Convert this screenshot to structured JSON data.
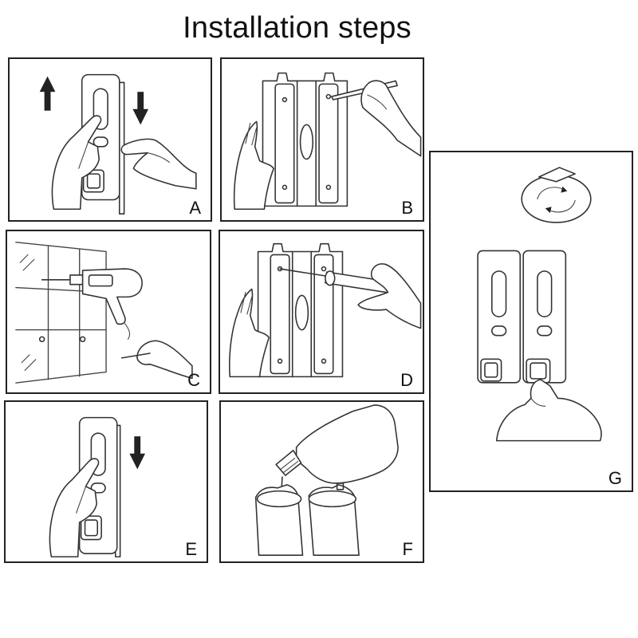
{
  "title": "Installation steps",
  "panels": {
    "a": {
      "label": "A"
    },
    "b": {
      "label": "B"
    },
    "c": {
      "label": "C"
    },
    "d": {
      "label": "D"
    },
    "e": {
      "label": "E"
    },
    "f": {
      "label": "F"
    },
    "g": {
      "label": "G"
    }
  }
}
